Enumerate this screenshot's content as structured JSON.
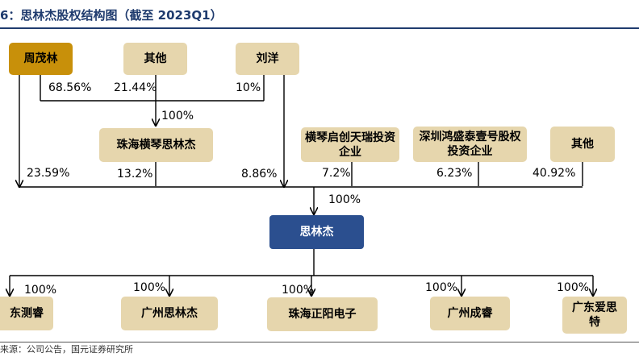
{
  "title": "6：思林杰股权结构图（截至 2023Q1）",
  "source": "来源：公司公告，国元证券研究所",
  "shareholders": {
    "zhou_maolin": "周茂林",
    "other_top": "其他",
    "liu_yang": "刘洋",
    "zhuhai_hengqin": "珠海横琴思林杰",
    "hengqin_qichuang": "横琴启创天瑞投资企业",
    "shenzhen_honghan": "深圳鸿盛泰壹号股权投资企业",
    "other_right": "其他"
  },
  "company": "思林杰",
  "subsidiaries": [
    "东测睿",
    "广州思林杰",
    "珠海正阳电子",
    "广州成睿",
    "广东爱思特"
  ],
  "percentages": {
    "zhou_to_hengqin": "68.56%",
    "other_to_hengqin": "21.44%",
    "liu_to_hengqin": "10%",
    "hengqin_total": "100%",
    "zhou_direct": "23.59%",
    "hengqin_direct": "13.2%",
    "liu_direct": "8.86%",
    "qichuang_direct": "7.2%",
    "honghan_direct": "6.23%",
    "other_direct": "40.92%",
    "company_total": "100%",
    "sub_1": "100%",
    "sub_2": "100%",
    "sub_3": "100%",
    "sub_4": "100%",
    "sub_5": "100%"
  }
}
